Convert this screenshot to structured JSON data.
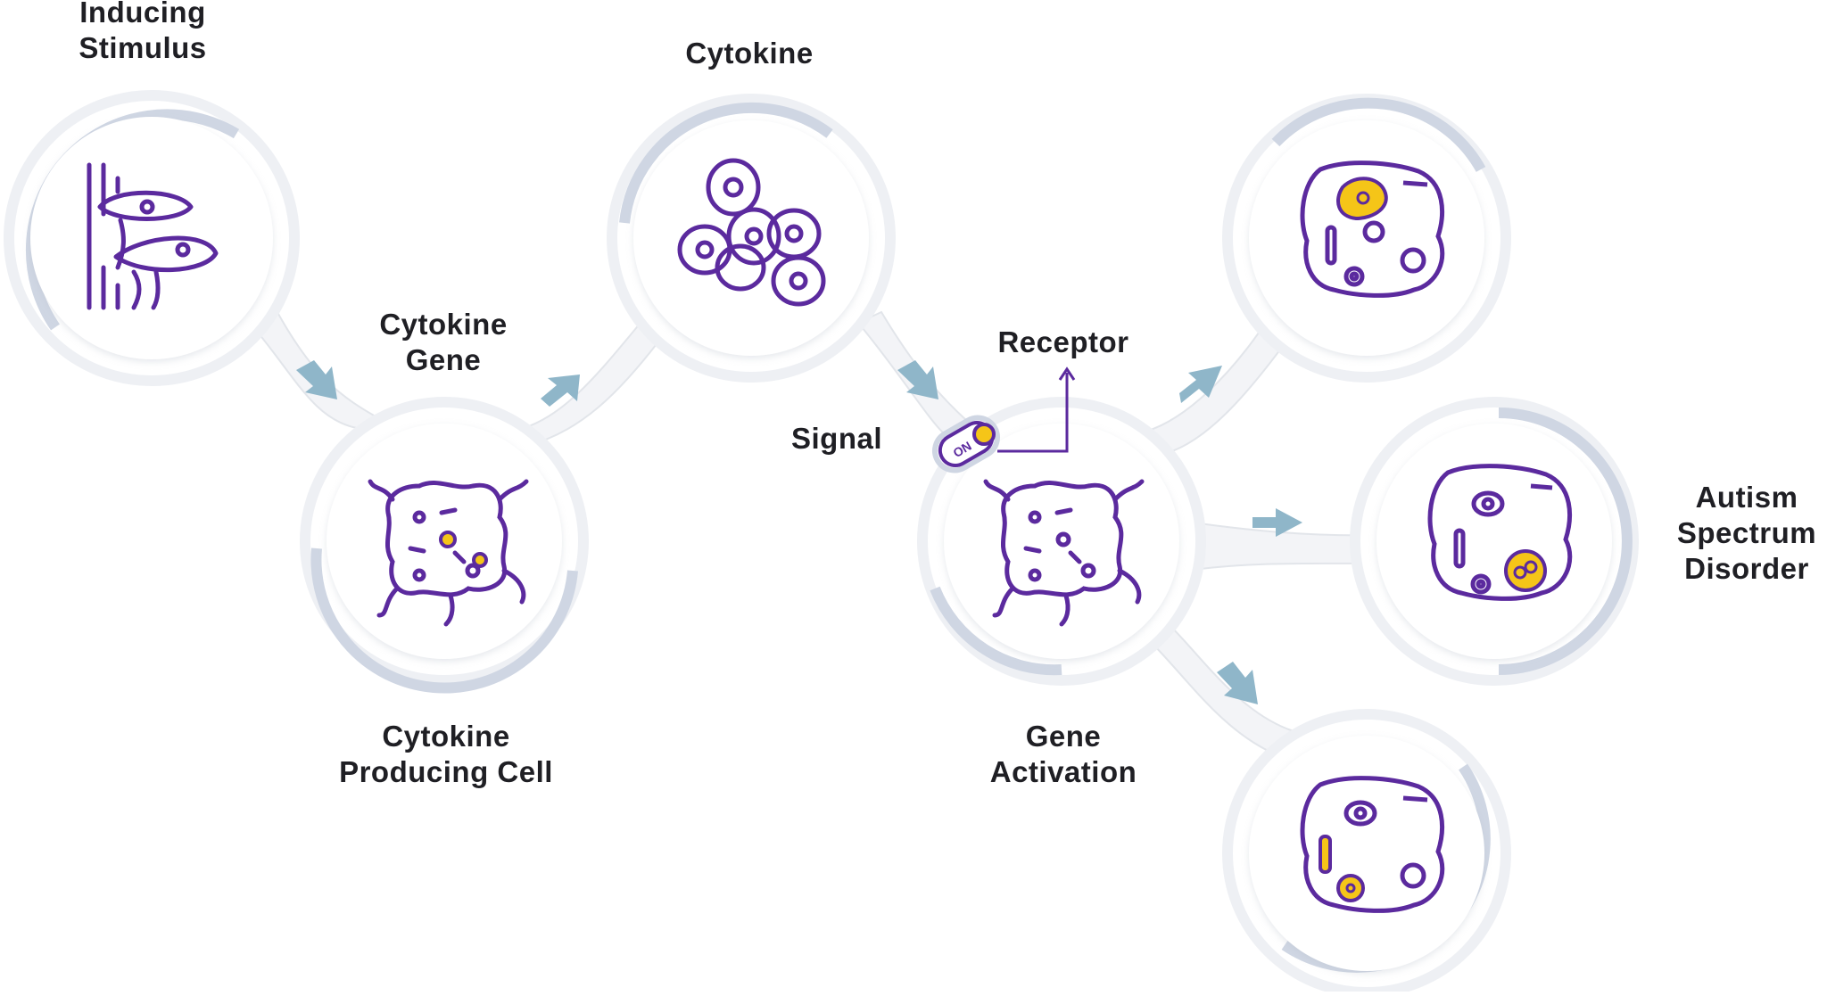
{
  "labels": {
    "inducing_stimulus": [
      "Inducing",
      "Stimulus"
    ],
    "cytokine": "Cytokine",
    "cytokine_gene": [
      "Cytokine",
      "Gene"
    ],
    "cytokine_producing_cell": [
      "Cytokine",
      "Producing Cell"
    ],
    "signal": "Signal",
    "receptor": "Receptor",
    "gene_activation": [
      "Gene",
      "Activation"
    ],
    "autism_spectrum_disorder": [
      "Autism",
      "Spectrum",
      "Disorder"
    ],
    "on_switch": "ON"
  },
  "colors": {
    "purple": "#5b2a9e",
    "yellow": "#f5c518",
    "ring_light": "#eef0f4",
    "ring_accent": "#cfd6e3",
    "arrow": "#8fb6c9"
  },
  "icons": {
    "stimulus": "mushroom-on-tree-icon",
    "cytokine": "cytokine-cluster-icon",
    "producing_cell": "cell-icon",
    "gene_activation": "cell-icon",
    "neuron_cells": "neuron-cell-icon"
  }
}
